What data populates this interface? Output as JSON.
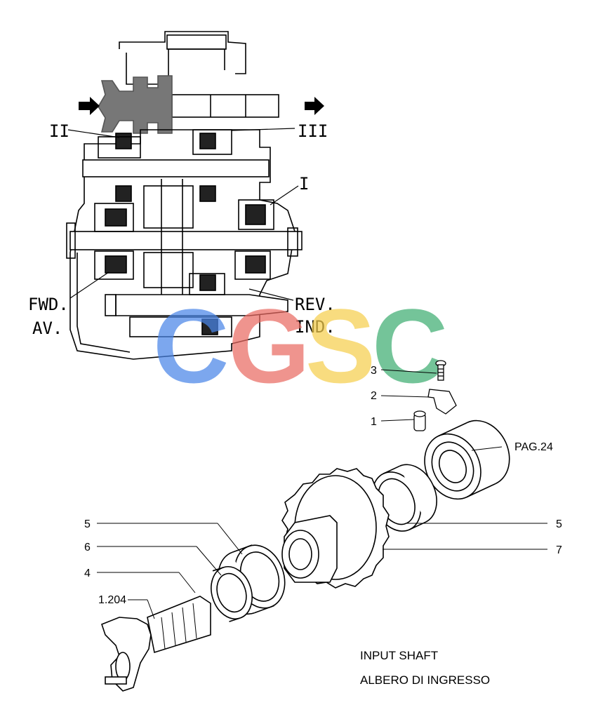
{
  "section_labels": {
    "ii": "II",
    "iii": "III",
    "i": "I",
    "fwd": "FWD.",
    "av": "AV.",
    "rev": "REV.",
    "ind": "IND."
  },
  "callouts": {
    "c3": "3",
    "c2": "2",
    "c1": "1",
    "pag": "PAG.24",
    "c5_left": "5",
    "c6": "6",
    "c4": "4",
    "c1204": "1.204",
    "c5_right": "5",
    "c7": "7"
  },
  "caption": {
    "en": "INPUT SHAFT",
    "it": "ALBERO DI INGRESSO"
  },
  "watermark": {
    "letters": [
      "C",
      "G",
      "S",
      "C"
    ],
    "colors": [
      "#4a86e8",
      "#ea6b63",
      "#f6cf4f",
      "#3fae72"
    ]
  }
}
